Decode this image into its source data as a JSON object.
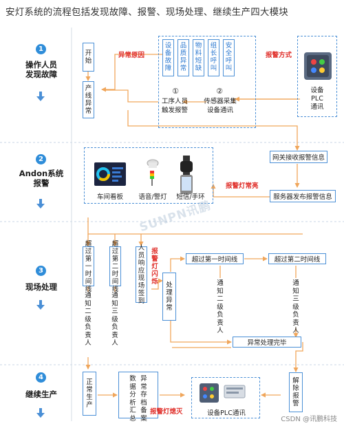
{
  "title": "安灯系统的流程包括发现故障、报警、现场处理、继续生产四大模块",
  "stages": [
    {
      "num": "1",
      "label": "操作人员\n发现故障"
    },
    {
      "num": "2",
      "label": "Andon系统\n报警"
    },
    {
      "num": "3",
      "label": "现场处理"
    },
    {
      "num": "4",
      "label": "继续生产"
    }
  ],
  "s1": {
    "start": "开始",
    "line_abnormal": "产线异常",
    "abnormal_reason": "异常原因",
    "reasons": [
      "设备故障",
      "品质异常",
      "物料短缺",
      "组长呼叫",
      "安全呼叫"
    ],
    "trigger_num": "①",
    "trigger": "工序人员\n触发报警",
    "sensor_num": "②",
    "sensor": "传感器采集\n设备通讯",
    "alarm_mode": "报警方式",
    "plc": "设备\nPLC\n通讯"
  },
  "s2": {
    "gateway": "网关接收报警信息",
    "board": "车间看板",
    "voice": "语音/警灯",
    "sms": "短信/手环",
    "lamp_on": "报警灯常亮",
    "server": "服务器发布报警信息"
  },
  "s3": {
    "exceed1": "超过第一时间线",
    "exceed2": "超过第二时间线",
    "respond": "人员响应现场签到",
    "flash": "报警灯闪烁",
    "handle": "处理异常",
    "exceed1_h": "超过第一时间线",
    "exceed2_h": "超过第二时间线",
    "notify2": "通知二级负责人",
    "notify3": "通知三级负责人",
    "notify2_r": "通知二级负责人",
    "notify3_r": "通知三级负责人",
    "done": "异常处理完毕"
  },
  "s4": {
    "normal": "正常生产",
    "archive": "数据分析汇总",
    "archive2": "异常存档备案",
    "lamp_off": "报警灯熄灭",
    "plc_comm": "设备PLC通讯",
    "clear": "解除报警"
  },
  "watermark": "SUNPN讯鹏",
  "credit": "CSDN @讯鹏科技",
  "colors": {
    "accent": "#2f8dd9",
    "line": "#f0a65b",
    "alarm": "#e0302b",
    "border": "#4a8fd6"
  }
}
